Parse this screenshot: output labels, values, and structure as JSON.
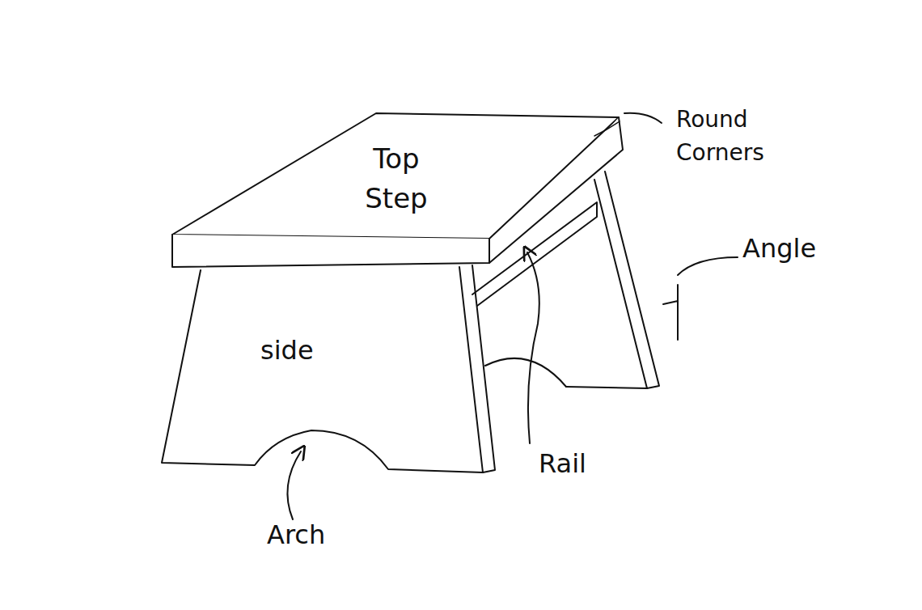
{
  "diagram": {
    "labels": [
      "Top Step",
      "Round Corners",
      "Angle",
      "side",
      "Rail",
      "Arch"
    ]
  }
}
